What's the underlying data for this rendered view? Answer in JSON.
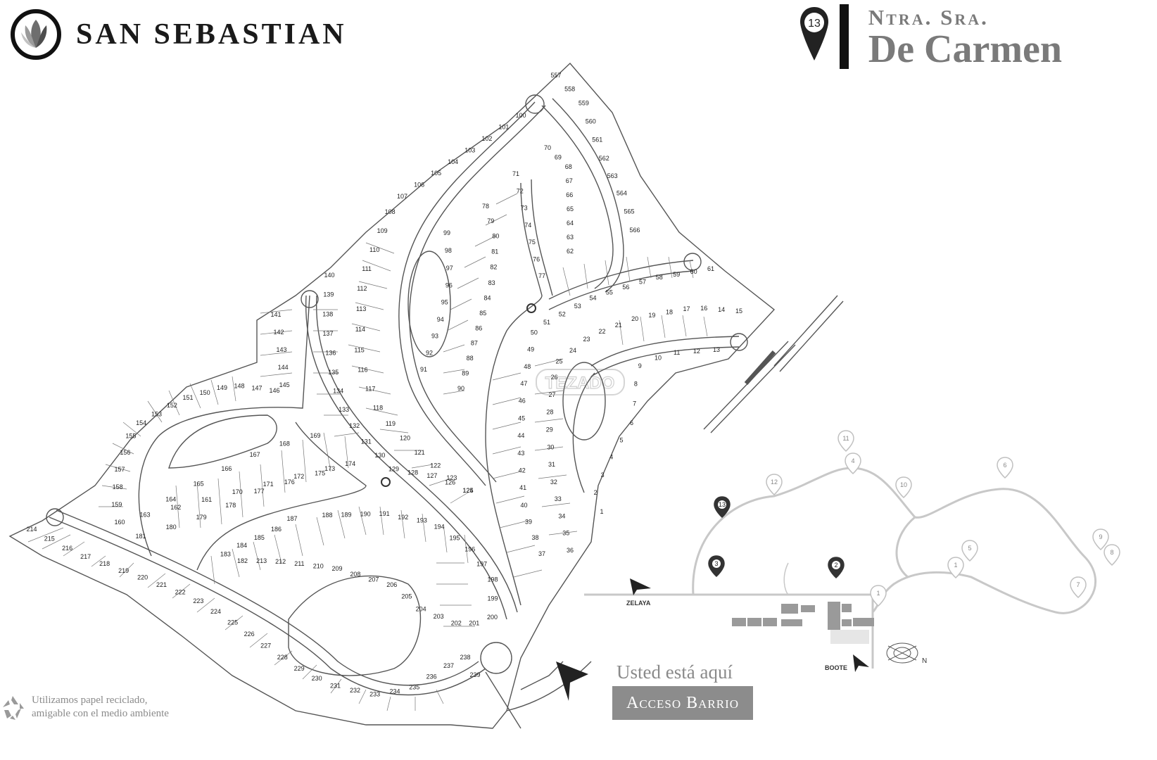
{
  "header": {
    "brand_name": "SAN SEBASTIAN",
    "title_small": "Ntra. Sra.",
    "title_large": "De Carmen",
    "badge_number": "13"
  },
  "colors": {
    "lot_stroke": "#444444",
    "road_stroke": "#555555",
    "inset_roads": "#c8c8c8",
    "dark_pin": "#333333",
    "light_pin": "#c0c0c0",
    "access_bg": "#8c8c8c",
    "title_text": "#7a7a7a"
  },
  "here_label": "Usted está aquí",
  "access_label": "Acceso Barrio",
  "footer": {
    "line1": "Utilizamos papel reciclado,",
    "line2": "amigable con el medio ambiente"
  },
  "watermark": "TEZADO",
  "inset": {
    "road_zelaya": "ZELAYA",
    "road_boote": "BOOTE",
    "compass_letter": "N",
    "dark_pins": [
      "13",
      "3",
      "2"
    ],
    "light_pins": [
      "11",
      "4",
      "12",
      "10",
      "6",
      "9",
      "8",
      "5",
      "1",
      "7",
      "1"
    ]
  },
  "lot_rows": [
    [
      "557",
      "558",
      "559",
      "560",
      "561",
      "562",
      "563",
      "564",
      "565",
      "566"
    ],
    [
      "100",
      "101",
      "102",
      "103",
      "104",
      "105",
      "106",
      "107",
      "108",
      "109",
      "110",
      "111",
      "112",
      "113",
      "114",
      "115",
      "116",
      "117",
      "118",
      "119",
      "120",
      "121",
      "122",
      "123",
      "124"
    ],
    [
      "70",
      "69",
      "68",
      "67",
      "66",
      "65",
      "64",
      "63",
      "62"
    ],
    [
      "71",
      "72",
      "73",
      "74",
      "75",
      "76",
      "77"
    ],
    [
      "78",
      "79",
      "80",
      "81",
      "82",
      "83",
      "84",
      "85",
      "86",
      "87",
      "88",
      "89",
      "90"
    ],
    [
      "99",
      "98",
      "97",
      "96",
      "95",
      "94",
      "93",
      "92",
      "91"
    ],
    [
      "61",
      "60",
      "59",
      "58",
      "57",
      "56",
      "55",
      "54",
      "53",
      "52",
      "51",
      "50",
      "49",
      "48",
      "47",
      "46",
      "45",
      "44",
      "43",
      "42",
      "41",
      "40",
      "39",
      "38",
      "37"
    ],
    [
      "15",
      "14",
      "16",
      "17",
      "18",
      "19",
      "20",
      "21",
      "22",
      "23",
      "24",
      "25",
      "26",
      "27",
      "28",
      "29",
      "30",
      "31",
      "32",
      "33",
      "34",
      "35",
      "36"
    ],
    [
      "13",
      "12",
      "11",
      "10",
      "9",
      "8",
      "7",
      "6",
      "5",
      "4",
      "3",
      "2",
      "1"
    ],
    [
      "140",
      "139",
      "138",
      "137",
      "136",
      "135",
      "134",
      "133",
      "132",
      "131",
      "130",
      "129",
      "128",
      "127",
      "126",
      "125"
    ],
    [
      "141",
      "142",
      "143",
      "144",
      "145",
      "146",
      "147",
      "148",
      "149",
      "150",
      "151",
      "152",
      "153",
      "154",
      "155",
      "156",
      "157",
      "158",
      "159",
      "160"
    ],
    [
      "169",
      "168",
      "167",
      "166",
      "165",
      "164",
      "163",
      "162",
      "161",
      "170",
      "171",
      "172",
      "173",
      "174",
      "175",
      "176",
      "177",
      "178",
      "179",
      "180",
      "181"
    ],
    [
      "188",
      "189",
      "190",
      "191",
      "192",
      "193",
      "194",
      "195",
      "196",
      "197",
      "198",
      "199",
      "200",
      "201",
      "202",
      "203",
      "204",
      "205",
      "206",
      "207",
      "208",
      "209",
      "210",
      "211",
      "212",
      "213",
      "182",
      "183",
      "184",
      "185",
      "186",
      "187"
    ],
    [
      "214",
      "215",
      "216",
      "217",
      "218",
      "219",
      "220",
      "221",
      "222",
      "223",
      "224",
      "225",
      "226",
      "227",
      "228",
      "229",
      "230",
      "231",
      "232",
      "233",
      "234",
      "235",
      "236",
      "237",
      "238",
      "239"
    ]
  ]
}
